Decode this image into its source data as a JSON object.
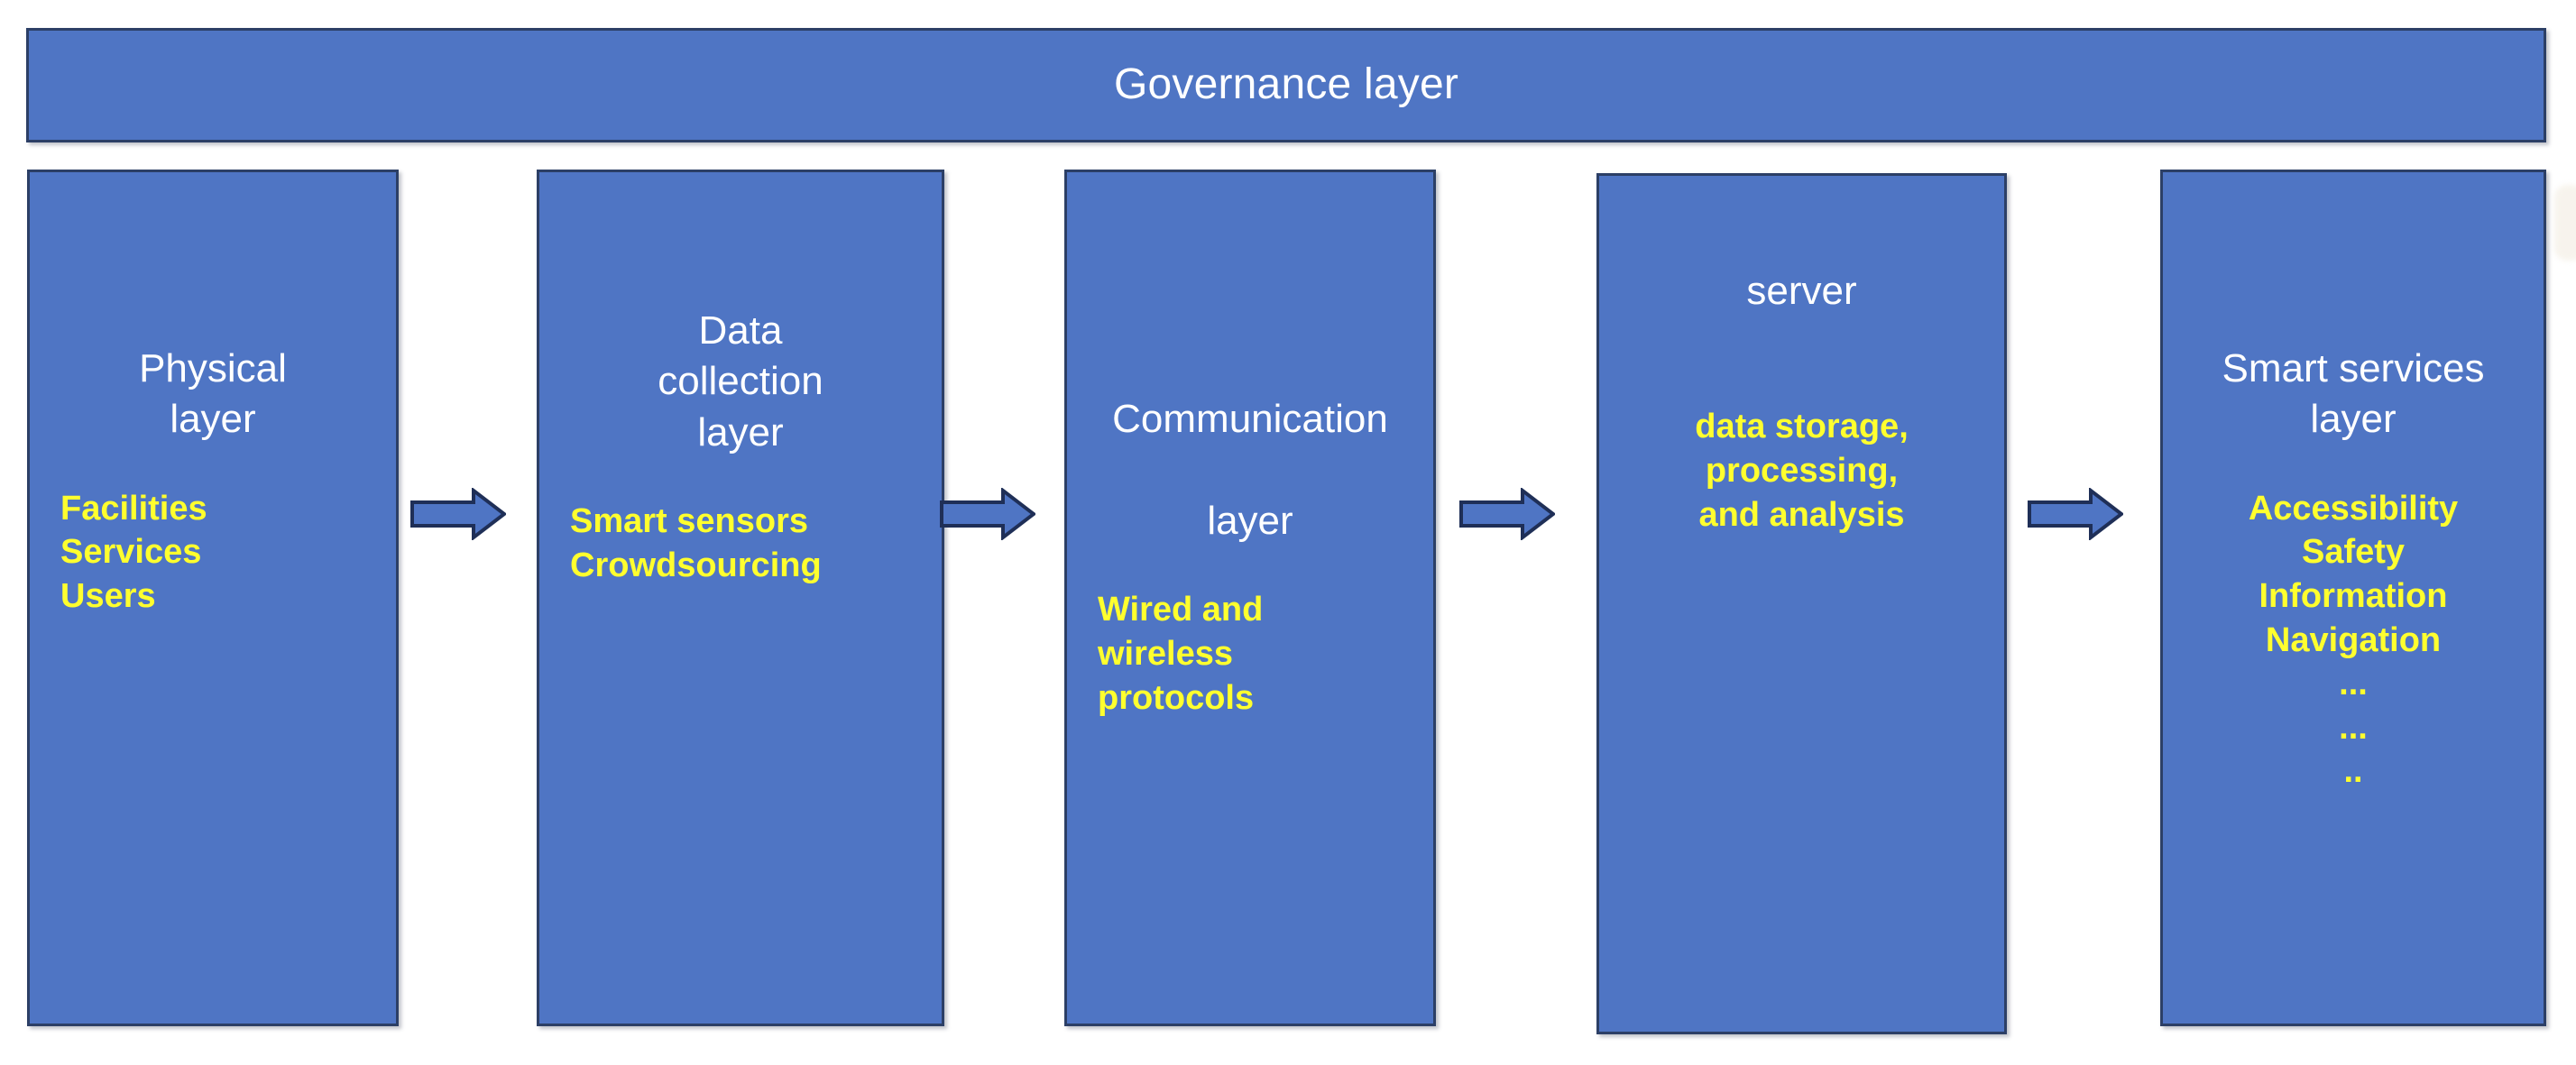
{
  "colors": {
    "box_fill": "#4f75c4",
    "box_border": "#2c3f66",
    "title_text": "#ffffff",
    "item_text": "#ffff2e",
    "background": "#ffffff",
    "arrow_fill": "#4f75c4",
    "arrow_outline": "#1f2f57"
  },
  "banner": {
    "title": "Governance layer"
  },
  "columns": [
    {
      "id": "physical-layer",
      "title": "Physical\nlayer",
      "items": "Facilities\nServices\nUsers",
      "items_align": "left"
    },
    {
      "id": "data-collection-layer",
      "title": "Data\ncollection\nlayer",
      "items": "Smart sensors\nCrowdsourcing",
      "items_align": "left"
    },
    {
      "id": "communication-layer",
      "title_line1": "Communication",
      "title_line2": "layer",
      "items": "Wired and\nwireless\nprotocols",
      "items_align": "left"
    },
    {
      "id": "server-layer",
      "title": "server",
      "items": "data storage,\nprocessing,\nand analysis",
      "items_align": "center"
    },
    {
      "id": "smart-services-layer",
      "title": "Smart services\nlayer",
      "items": "Accessibility\nSafety\nInformation\nNavigation\n...\n...\n..",
      "items_align": "center"
    }
  ],
  "arrows": [
    {
      "id": "arrow-physical-to-data",
      "direction": "right"
    },
    {
      "id": "arrow-data-to-communication",
      "direction": "right"
    },
    {
      "id": "arrow-communication-to-server",
      "direction": "right"
    },
    {
      "id": "arrow-server-to-smart-services",
      "direction": "right"
    }
  ]
}
